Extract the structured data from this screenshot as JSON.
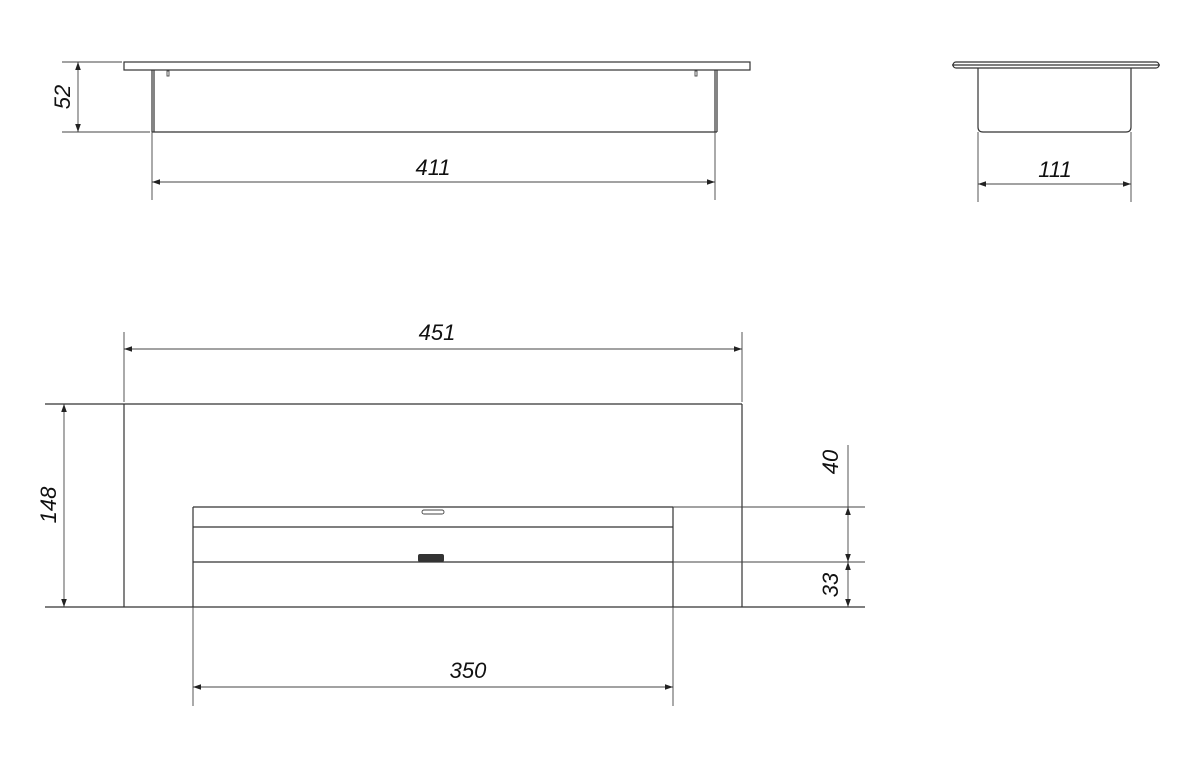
{
  "drawing": {
    "top_view": {
      "width_dim": "411",
      "height_dim": "52"
    },
    "side_view": {
      "width_dim": "111"
    },
    "front_view": {
      "overall_width_dim": "451",
      "overall_height_dim": "148",
      "inner_width_dim": "350",
      "upper_offset_dim": "40",
      "lower_offset_dim": "33"
    }
  },
  "colors": {
    "line": "#333333",
    "background": "#ffffff"
  }
}
